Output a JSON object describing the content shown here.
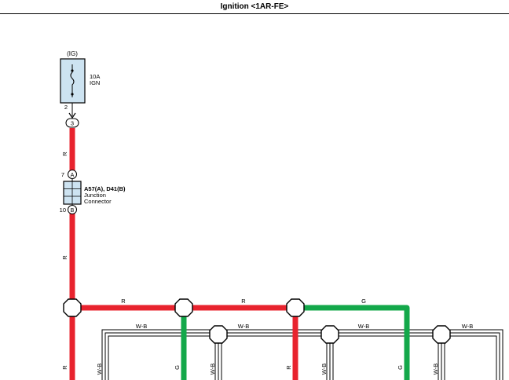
{
  "title": "Ignition <1AR-FE>",
  "fuse": {
    "group_label": "(IG)",
    "rating": "10A",
    "name": "IGN",
    "pin_bottom": "2",
    "connector_pin": "3"
  },
  "junction": {
    "pin_top": "7",
    "pin_top_letter": "A",
    "pin_bottom": "10",
    "pin_bottom_letter": "B",
    "code": "A57(A), D41(B)",
    "desc_line1": "Junction",
    "desc_line2": "Connector"
  },
  "wires": {
    "red": "R",
    "green": "G",
    "wb": "W-B"
  },
  "colors": {
    "red_wire": "#e8232e",
    "green_wire": "#13a84a",
    "box_fill": "#cde3f1",
    "outline": "#000000"
  }
}
